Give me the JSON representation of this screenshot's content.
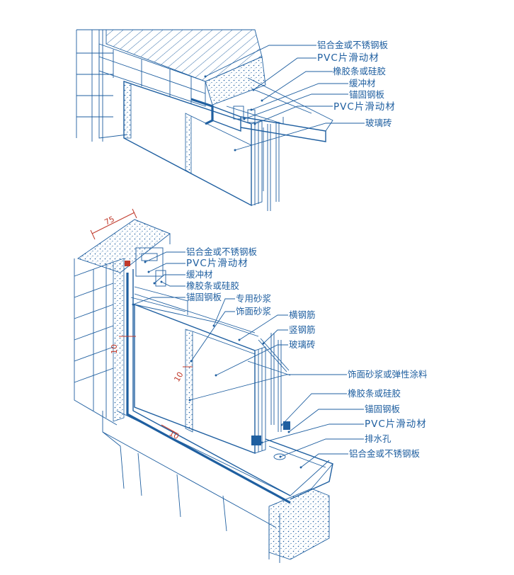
{
  "colors": {
    "line": "#1f5fa0",
    "dimension": "#c0392b",
    "background": "#ffffff"
  },
  "top_detail": {
    "labels": [
      "铝合金或不锈钢板",
      "PVC片滑动材",
      "橡胶条或硅胶",
      "缓冲材",
      "锚固钢板",
      "PVC片滑动材",
      "玻璃砖"
    ]
  },
  "bottom_detail": {
    "top_labels": [
      "铝合金或不锈钢板",
      "PVC片滑动材",
      "缓冲材",
      "橡胶条或硅胶",
      "锚固钢板"
    ],
    "mid_labels": [
      "专用砂浆",
      "饰面砂浆",
      "横钢筋",
      "竖钢筋",
      "玻璃砖",
      "饰面砂浆或弹性涂料"
    ],
    "bottom_labels": [
      "橡胶条或硅胶",
      "锚固钢板",
      "PVC片滑动材",
      "排水孔",
      "铝合金或不锈钢板"
    ],
    "dimensions": {
      "top_width": "75",
      "side_gap": "10",
      "inner_gap": "10",
      "bottom_gap": "10"
    }
  }
}
